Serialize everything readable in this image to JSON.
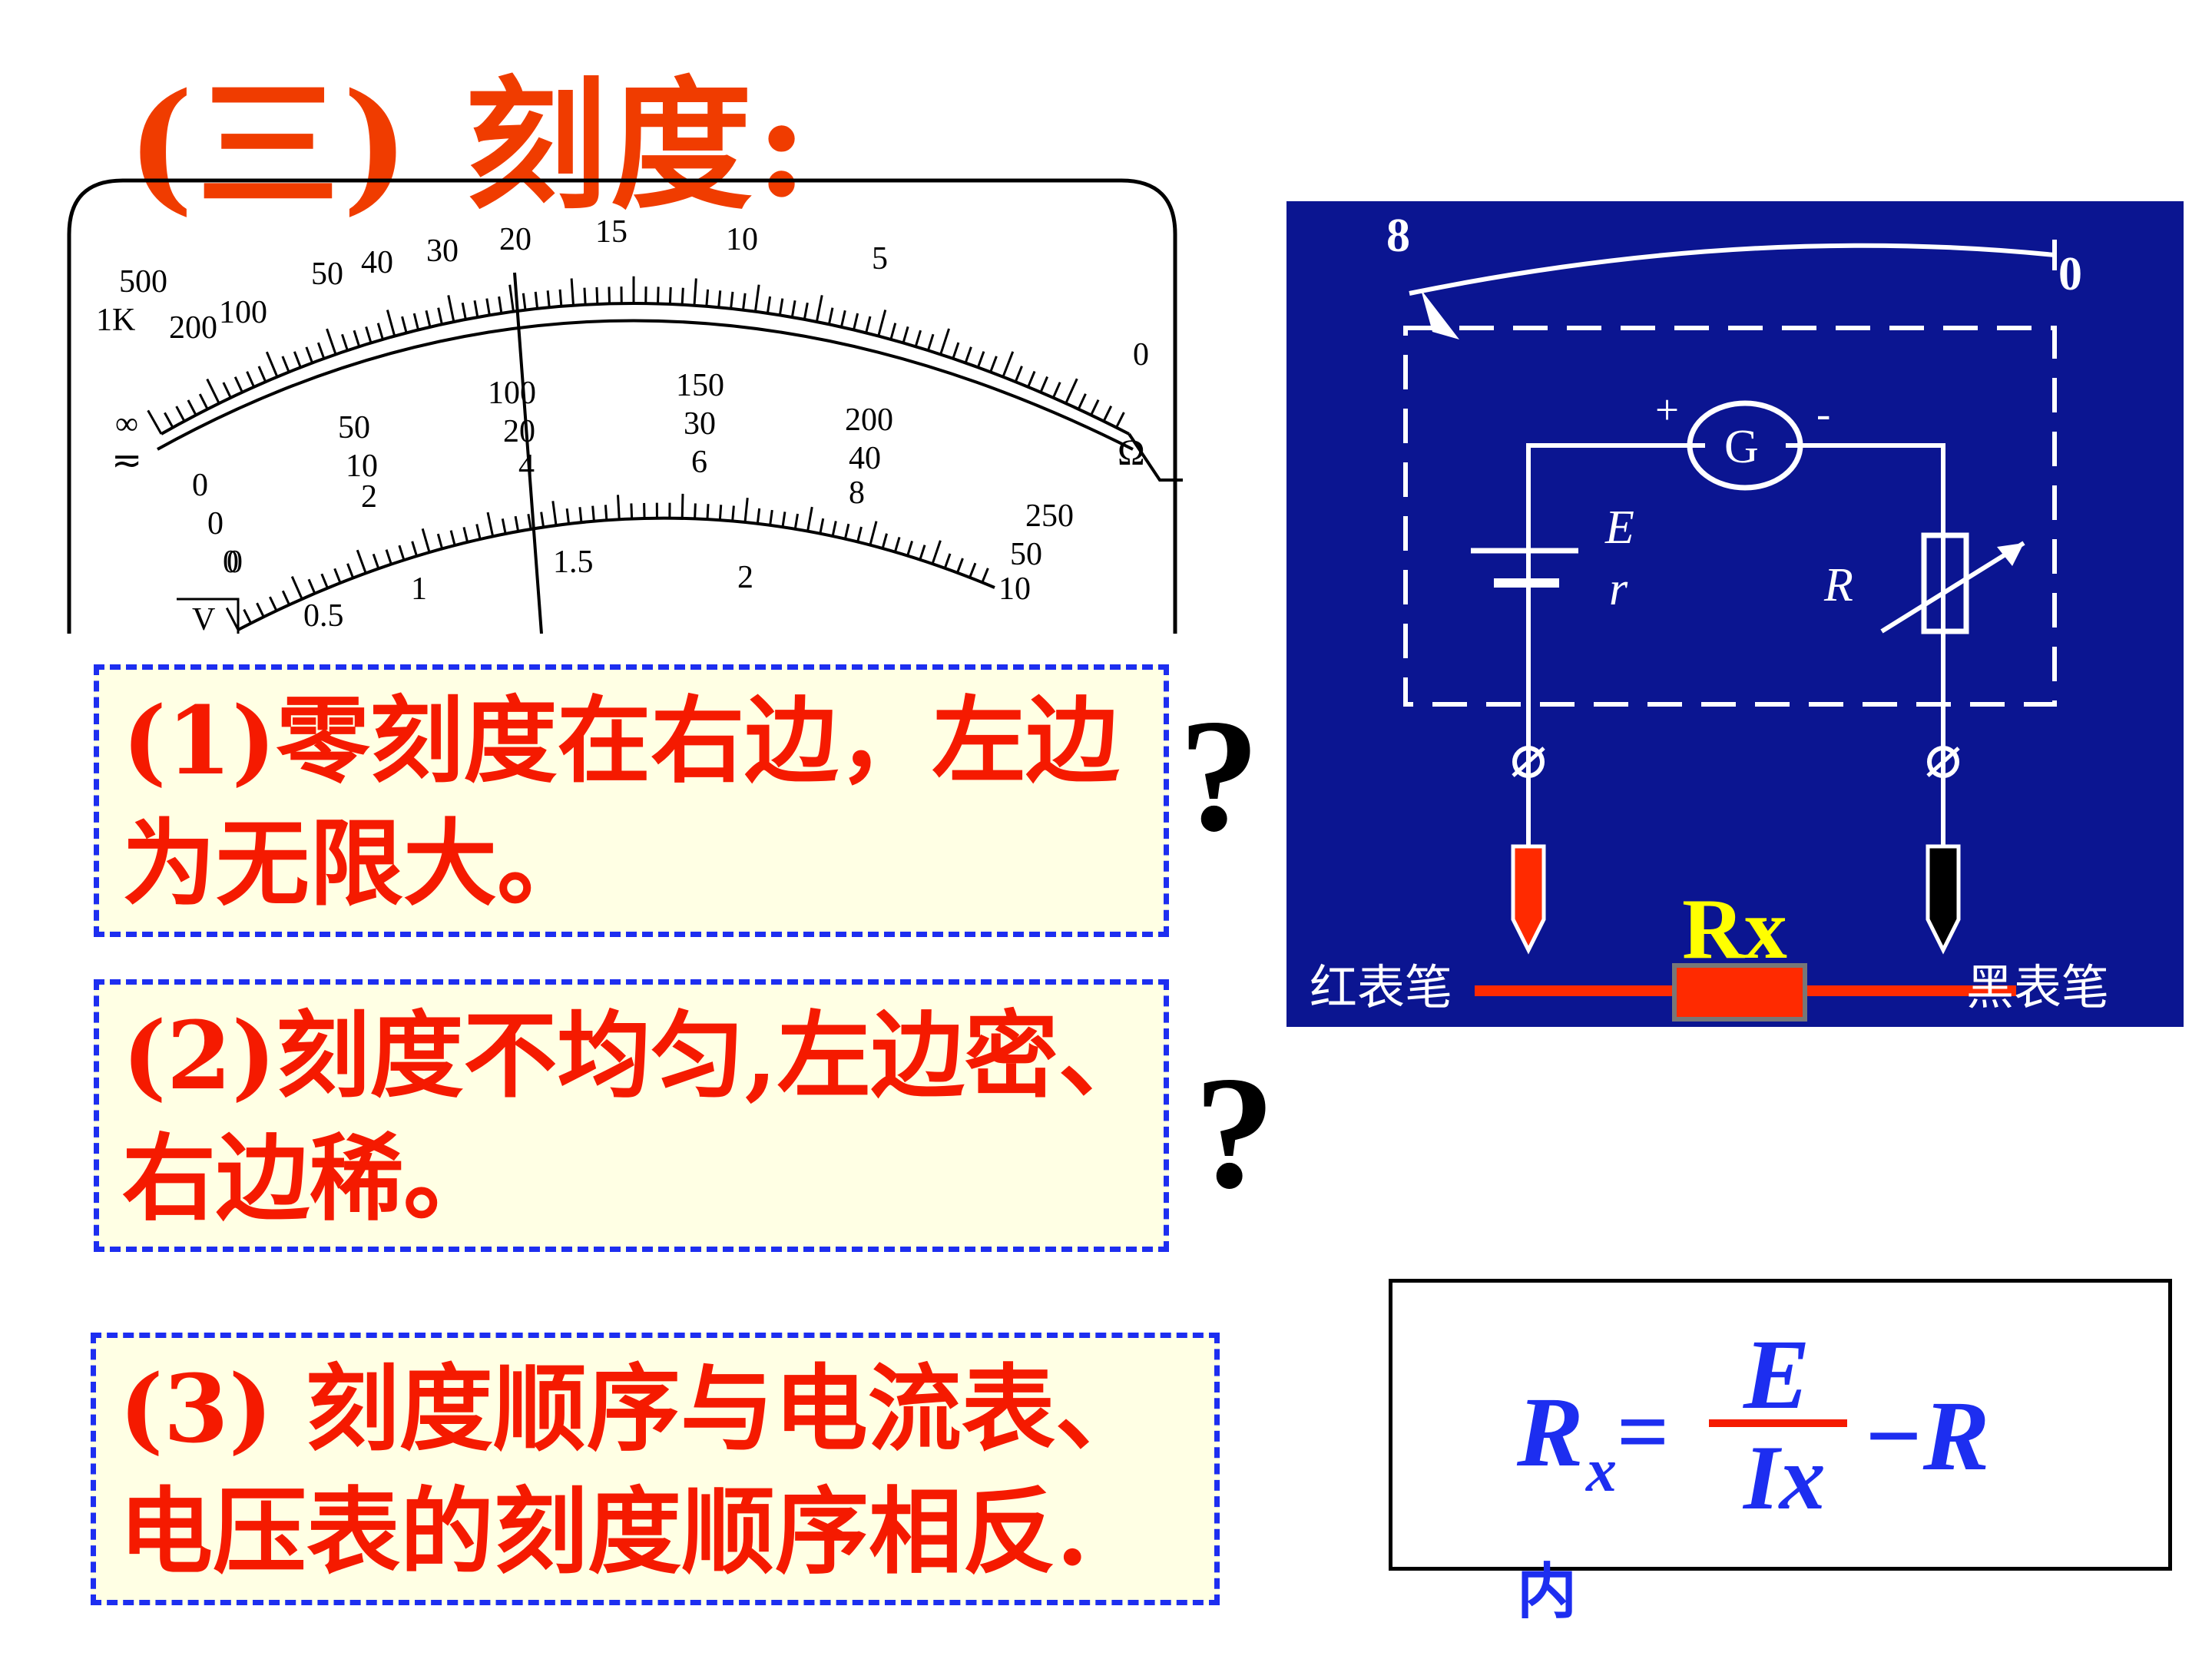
{
  "title": "(三) 刻度:",
  "meter": {
    "ohm_labels": [
      "∞",
      "1K",
      "500",
      "200",
      "100",
      "50",
      "40",
      "30",
      "20",
      "15",
      "10",
      "5",
      "0"
    ],
    "ohm_unit": "Ω",
    "mid_row1": [
      "0",
      "50",
      "100",
      "150",
      "200",
      "250"
    ],
    "mid_row2": [
      "0",
      "10",
      "20",
      "30",
      "40",
      "50"
    ],
    "mid_row3": [
      "0",
      "2",
      "4",
      "6",
      "8",
      "10"
    ],
    "v_row": [
      "0",
      "0.5",
      "1",
      "1.5",
      "2"
    ],
    "v_unit": "V",
    "dc_symbol": "≂"
  },
  "circuit": {
    "infinity": "8",
    "zero": "0",
    "plus": "+",
    "minus": "-",
    "galvanometer": "G",
    "emf": "E",
    "internal": "r",
    "resistor": "R",
    "rx": "Rx",
    "red_probe": "红表笔",
    "black_probe": "黑表笔",
    "colors": {
      "bg": "#0b1591",
      "red": "#ff2a00",
      "yellow": "#ffff00"
    }
  },
  "points": [
    {
      "line1": "(1)零刻度在右边，左边",
      "line2": "为无限大。"
    },
    {
      "line1": "(2)刻度不均匀,左边密、",
      "line2": "右边稀。"
    },
    {
      "line1": "(3) 刻度顺序与电流表、",
      "line2": "电压表的刻度顺序相反."
    }
  ],
  "question_mark": "?",
  "formula": {
    "lhs": "R",
    "lhs_sub": "x",
    "equals": "=",
    "numerator": "E",
    "denominator": "Ix",
    "minus_term": "−R",
    "nei": "内"
  }
}
